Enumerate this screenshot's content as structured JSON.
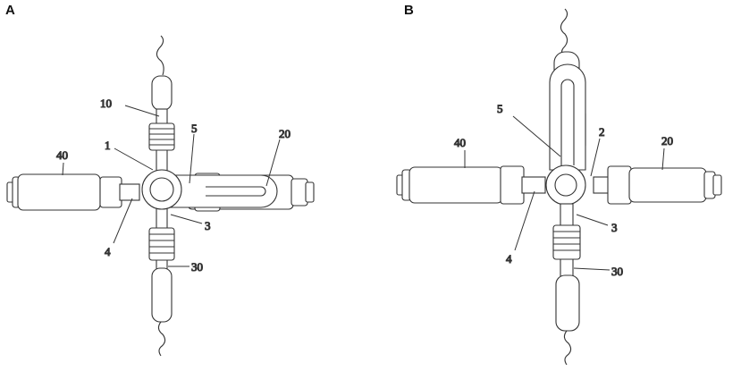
{
  "panels": [
    {
      "letter": "A",
      "labels": {
        "l10": "10",
        "l1": "1",
        "l5": "5",
        "l20": "20",
        "l40": "40",
        "l3": "3",
        "l4": "4",
        "l30": "30"
      }
    },
    {
      "letter": "B",
      "labels": {
        "l5": "5",
        "l2": "2",
        "l40": "40",
        "l20": "20",
        "l3": "3",
        "l4": "4",
        "l30": "30"
      }
    }
  ],
  "colors": {
    "stroke": "#333333",
    "fill": "#ffffff"
  }
}
